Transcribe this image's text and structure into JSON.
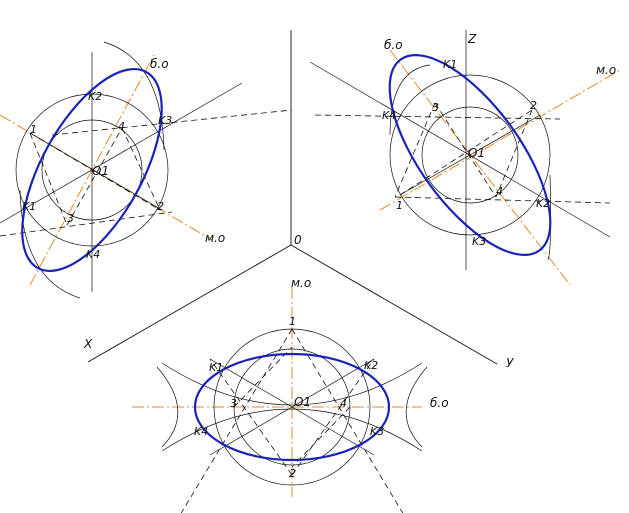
{
  "colors": {
    "construction": "#111111",
    "axis": "#e8892a",
    "ellipse": "#1a23b8",
    "background": "#ffffff"
  },
  "axes": {
    "origin": "0",
    "x": "X",
    "y": "У",
    "z": "Z"
  },
  "left_view": {
    "center": "O1",
    "minor_axis": "м.о",
    "major_axis": "б.о",
    "points": [
      "1",
      "2",
      "3",
      "4",
      "K1",
      "K2",
      "K3",
      "K4"
    ]
  },
  "right_view": {
    "center": "O1",
    "minor_axis": "м.о",
    "major_axis": "б.о",
    "points": [
      "1",
      "2",
      "3",
      "4",
      "K1",
      "K2",
      "K3",
      "K4"
    ]
  },
  "bottom_view": {
    "center": "O1",
    "minor_axis": "м.о",
    "major_axis": "б.о",
    "points": [
      "1",
      "2",
      "3",
      "4",
      "K1",
      "K2",
      "K3",
      "K4"
    ]
  }
}
